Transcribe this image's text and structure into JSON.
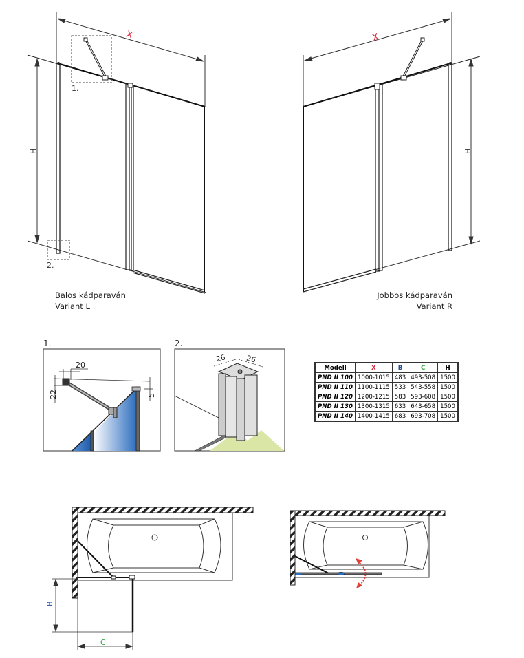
{
  "diagram": {
    "top_views": {
      "left": {
        "caption_line1": "Balos kádparaván",
        "caption_line2": "Variant L",
        "width_label": "X",
        "height_label": "H",
        "callout_1": "1.",
        "callout_2": "2."
      },
      "right": {
        "caption_line1": "Jobbos kádparaván",
        "caption_line2": "Variant R",
        "width_label": "X",
        "height_label": "H"
      }
    },
    "details": {
      "detail_1": {
        "label": "1.",
        "dim_horizontal": "20",
        "dim_vertical": "22",
        "dim_offset": "5"
      },
      "detail_2": {
        "label": "2.",
        "dim_a": "26",
        "dim_b": "26"
      }
    },
    "plan_views": {
      "left": {
        "dim_b": "B",
        "dim_c": "C"
      }
    },
    "colors": {
      "x_label": "#d9263a",
      "b_label": "#1f4e9a",
      "c_label": "#3aa64a",
      "swing_arrow": "#e0403a",
      "glass_blue": "#2f6fc0",
      "floor_green": "#d9e6a6"
    }
  },
  "spec_table": {
    "headers": [
      "Modell",
      "X",
      "B",
      "C",
      "H"
    ],
    "rows": [
      [
        "PND II 100",
        "1000-1015",
        "483",
        "493-508",
        "1500"
      ],
      [
        "PND II 110",
        "1100-1115",
        "533",
        "543-558",
        "1500"
      ],
      [
        "PND II 120",
        "1200-1215",
        "583",
        "593-608",
        "1500"
      ],
      [
        "PND II 130",
        "1300-1315",
        "633",
        "643-658",
        "1500"
      ],
      [
        "PND II 140",
        "1400-1415",
        "683",
        "693-708",
        "1500"
      ]
    ]
  }
}
